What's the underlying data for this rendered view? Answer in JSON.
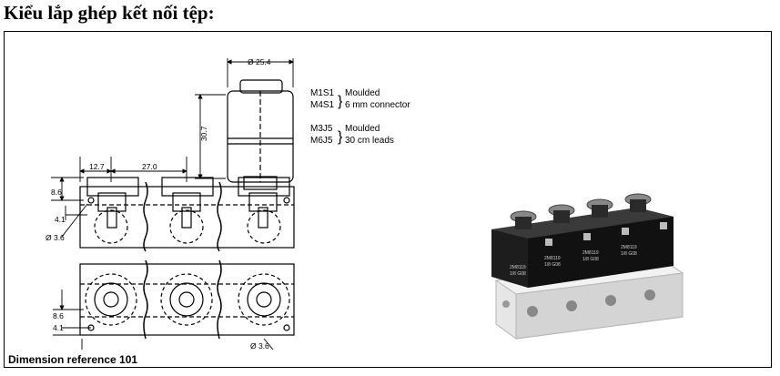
{
  "heading": "Kiểu lắp ghép kết nối tệp:",
  "dimension_reference": "Dimension reference 101",
  "dimensions": {
    "diameter_top": "Ø 25.4",
    "height_solenoid": "30.7",
    "pitch_1": "12.7",
    "pitch_2": "27.0",
    "side_8_6_top": "8.6",
    "side_4_1_top": "4.1",
    "hole_top": "Ø 3.6",
    "side_8_6_bottom": "8.6",
    "side_4_1_bottom": "4.1",
    "hole_bottom": "Ø 3.6"
  },
  "legend": {
    "group1_codes": [
      "M1S1",
      "M4S1"
    ],
    "group1_text": [
      "Moulded",
      "6 mm connector"
    ],
    "group2_codes": [
      "M3J5",
      "M6J5"
    ],
    "group2_text": [
      "Moulded",
      "30 cm leads"
    ]
  },
  "photo_labels": [
    "2M8119",
    "1/8 G08"
  ]
}
